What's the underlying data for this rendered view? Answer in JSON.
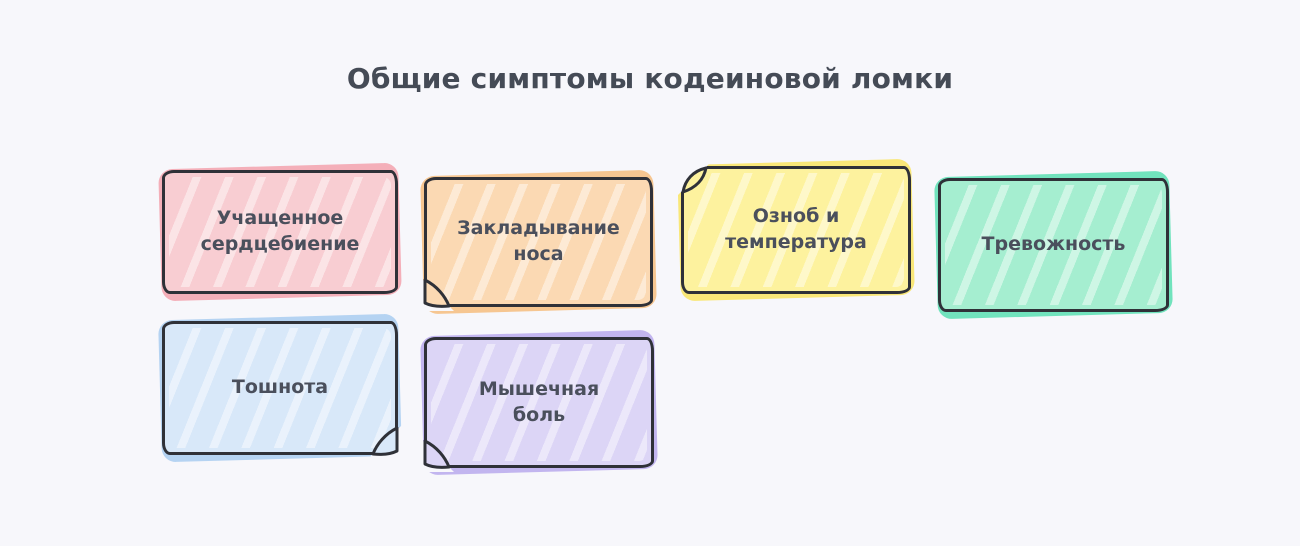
{
  "colors": {
    "page_bg": "#f7f7fb",
    "outline": "#2f3138",
    "title_text": "#454b56",
    "card_text": "#4a4f5c"
  },
  "title": "Общие симптомы кодеиновой ломки",
  "cards": [
    {
      "label": "Учащенное сердцебиение",
      "fill": "#f8cdd2",
      "accent": "#f3a2ad",
      "fold": "none"
    },
    {
      "label": "Закладывание носа",
      "fill": "#fbd9b3",
      "accent": "#f6bd7e",
      "fold": "bottom-left"
    },
    {
      "label": "Озноб и температура",
      "fill": "#fdf29e",
      "accent": "#f9e460",
      "fold": "top-left"
    },
    {
      "label": "Тревожность",
      "fill": "#a5eed0",
      "accent": "#59dfb2",
      "fold": "none"
    },
    {
      "label": "Тошнота",
      "fill": "#d8e8f9",
      "accent": "#a9cdf0",
      "fold": "bottom-right"
    },
    {
      "label": "Мышечная боль",
      "fill": "#dcd5f6",
      "accent": "#b9a9ec",
      "fold": "bottom-left"
    }
  ]
}
